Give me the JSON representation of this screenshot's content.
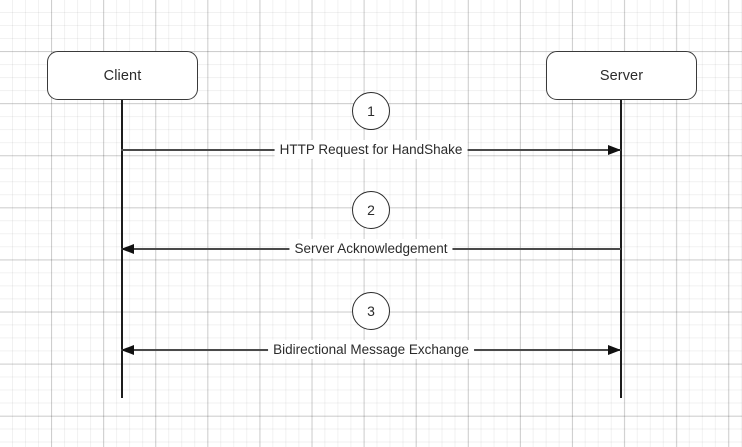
{
  "diagram": {
    "type": "sequence-diagram",
    "background": "grid-paper",
    "colors": {
      "box_border": "#3a3a3a",
      "lifeline": "#1d1d1d",
      "message_line": "#4a4a4a",
      "arrowhead": "#111111",
      "text": "#2b2b2b",
      "grid_major": "#d0d0d0",
      "grid_minor": "#ededed",
      "canvas": "#ffffff"
    },
    "participants": [
      {
        "id": "client",
        "label": "Client"
      },
      {
        "id": "server",
        "label": "Server"
      }
    ],
    "messages": [
      {
        "step": "1",
        "label": "HTTP Request for HandShake",
        "from": "client",
        "to": "server",
        "direction": "right"
      },
      {
        "step": "2",
        "label": "Server Acknowledgement",
        "from": "server",
        "to": "client",
        "direction": "left"
      },
      {
        "step": "3",
        "label": "Bidirectional Message Exchange",
        "from": "client",
        "to": "server",
        "direction": "both"
      }
    ]
  }
}
